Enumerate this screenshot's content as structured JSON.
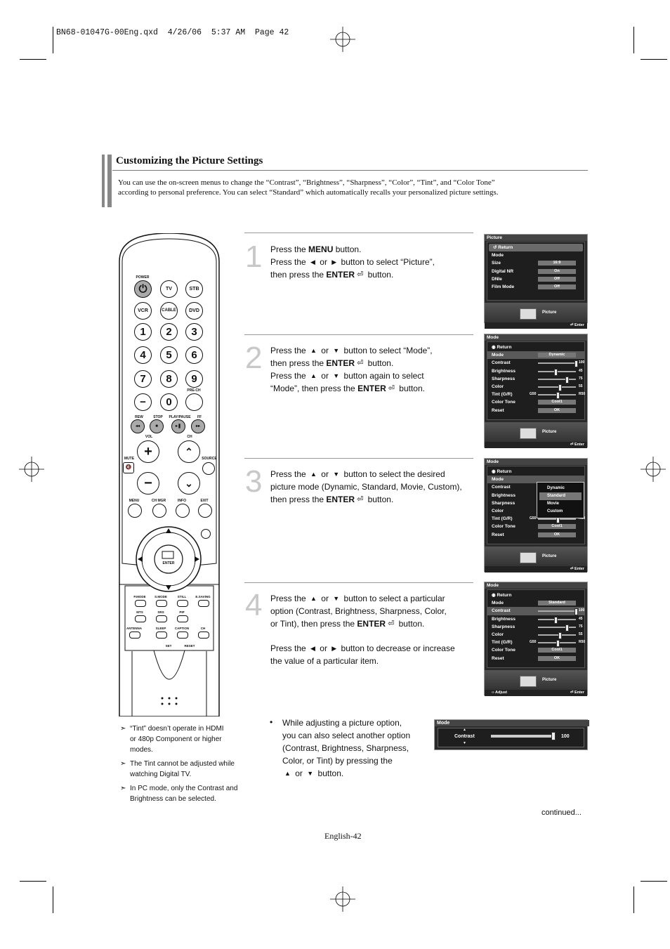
{
  "print_header": "BN68-01047G-00Eng.qxd  4/26/06  5:37 AM  Page 42",
  "section": {
    "title": "Customizing the Picture Settings",
    "intro_line1": "You can use the on-screen menus to change the “Contrast”, “Brightness”, “Sharpness”, “Color”,  “Tint”, and “Color Tone”",
    "intro_line2": "according to personal preference. You can select “Standard” which automatically recalls your personalized picture settings."
  },
  "steps": [
    {
      "num": "1",
      "lines": [
        {
          "pre": "Press the ",
          "bold": "MENU",
          "post": " button."
        },
        {
          "pre": "Press the ",
          "g1": "◀",
          "mid": " or ",
          "g2": "▶",
          "post": " button to select “Picture”,"
        },
        {
          "pre": "then press the ",
          "bold": "ENTER",
          "post": " button."
        }
      ]
    },
    {
      "num": "2",
      "lines": [
        {
          "pre": "Press the ",
          "g1": "▲",
          "mid": " or ",
          "g2": "▼",
          "post": " button to select “Mode”,"
        },
        {
          "pre": "then press the ",
          "bold": "ENTER",
          "post": " button."
        },
        {
          "pre": "Press the ",
          "g1": "▲",
          "mid": " or ",
          "g2": "▼",
          "post": " button again to select"
        },
        {
          "pre": "“Mode”, then press the ",
          "bold": "ENTER",
          "post": " button."
        }
      ]
    },
    {
      "num": "3",
      "lines": [
        {
          "pre": "Press the ",
          "g1": "▲",
          "mid": " or ",
          "g2": "▼",
          "post": " button to select the desired"
        },
        {
          "pre": "picture mode (Dynamic, Standard, Movie, Custom),"
        },
        {
          "pre": "then press the ",
          "bold": "ENTER",
          "post": " button."
        }
      ]
    },
    {
      "num": "4",
      "lines": [
        {
          "pre": "Press the ",
          "g1": "▲",
          "mid": " or ",
          "g2": "▼",
          "post": " button to select  a particular"
        },
        {
          "pre": "option (Contrast, Brightness, Sharpness, Color,"
        },
        {
          "pre": "or Tint), then press the ",
          "bold": "ENTER",
          "post": " button."
        },
        {
          "pre": ""
        },
        {
          "pre": "Press the ",
          "g1": "◀",
          "mid": " or ",
          "g2": "▶",
          "post": " button to decrease or increase"
        },
        {
          "pre": "the value of a particular item."
        }
      ]
    }
  ],
  "bullet": {
    "mark": "•",
    "lines": [
      "While adjusting a picture option,",
      "you can also select another option",
      "(Contrast, Brightness, Sharpness,",
      "Color, or Tint) by pressing the"
    ],
    "last_g1": "▲",
    "last_mid": " or ",
    "last_g2": "▼",
    "last_post": " button."
  },
  "osd_common": {
    "return": "Return",
    "enter": "Enter",
    "adjust": "Adjust",
    "picture": "Picture"
  },
  "osd1": {
    "title": "Picture",
    "rows": [
      {
        "label": "Mode",
        "value": ""
      },
      {
        "label": "Size",
        "value": "16:9"
      },
      {
        "label": "Digital NR",
        "value": "On"
      },
      {
        "label": "DNIe",
        "value": "Off"
      },
      {
        "label": "Film Mode",
        "value": "Off"
      }
    ]
  },
  "osd_mode": {
    "title": "Mode",
    "mode_value": "Dynamic",
    "mode_value_std": "Standard",
    "contrast": {
      "label": "Contrast",
      "value": 100
    },
    "brightness": {
      "label": "Brightness",
      "value": 45
    },
    "sharpness": {
      "label": "Sharpness",
      "value": 75
    },
    "color": {
      "label": "Color",
      "value": 55
    },
    "tint": {
      "label": "Tint (G/R)",
      "left": "G50",
      "right": "R50",
      "value": 50
    },
    "tone": {
      "label": "Color Tone",
      "value": "Cool1"
    },
    "reset": {
      "label": "Reset",
      "value": "OK"
    },
    "mode_label": "Mode"
  },
  "popup": [
    "Dynamic",
    "Standard",
    "Movie",
    "Custom"
  ],
  "mini_osd": {
    "title": "Mode",
    "label": "Contrast",
    "value": "100"
  },
  "remote": {
    "top_labels": [
      "POWER"
    ],
    "row1": [
      "TV",
      "STB"
    ],
    "row2": [
      "VCR",
      "CABLE",
      "DVD"
    ],
    "digits": [
      "1",
      "2",
      "3",
      "4",
      "5",
      "6",
      "7",
      "8",
      "9"
    ],
    "minus": "−",
    "zero": "0",
    "prech": "PRE-CH",
    "trans_labels": [
      "REW",
      "STOP",
      "PLAY/PAUSE",
      "FF"
    ],
    "vol": "VOL",
    "ch": "CH",
    "mute": "MUTE",
    "source": "SOURCE",
    "menu_labels": [
      "MENU",
      "CH MGR",
      "INFO",
      "EXIT"
    ],
    "enter": "ENTER",
    "bottom_labels": [
      "P.MODE",
      "S.MODE",
      "STILL",
      "E.SAVING",
      "MTS",
      "SRS",
      "PIP",
      "ANTENNA",
      "SLEEP",
      "CAPTION",
      "CH"
    ],
    "set": "SET",
    "reset": "RESET"
  },
  "notes": [
    [
      "“Tint” doesn’t operate in HDMI",
      "or 480p Component or higher",
      "modes."
    ],
    [
      "The Tint cannot be adjusted while",
      "watching Digital TV."
    ],
    [
      "In PC mode, only the Contrast and",
      "Brightness can be selected."
    ]
  ],
  "note_mark": "➣",
  "continued": "continued...",
  "page_footer": "English-42"
}
